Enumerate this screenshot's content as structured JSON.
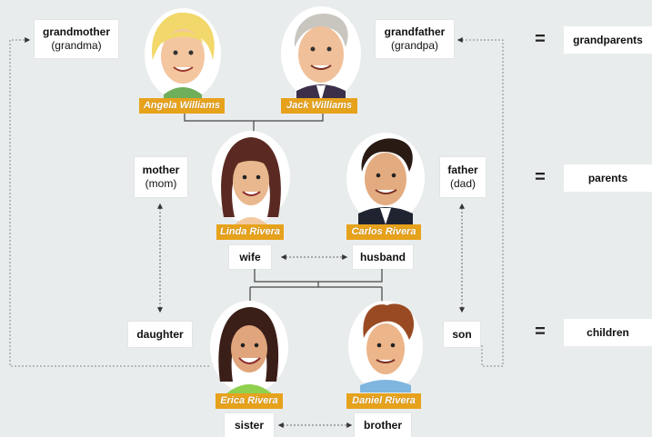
{
  "people": {
    "grandmother": {
      "name": "Angela Williams"
    },
    "grandfather": {
      "name": "Jack Williams"
    },
    "mother": {
      "name": "Linda Rivera"
    },
    "father": {
      "name": "Carlos Rivera"
    },
    "daughter": {
      "name": "Erica Rivera"
    },
    "son": {
      "name": "Daniel Rivera"
    }
  },
  "labels": {
    "grandmother": "grandmother",
    "grandma": "(grandma)",
    "grandfather": "grandfather",
    "grandpa": "(grandpa)",
    "mother": "mother",
    "mom": "(mom)",
    "father": "father",
    "dad": "(dad)",
    "wife": "wife",
    "husband": "husband",
    "daughter": "daughter",
    "son": "son",
    "sister": "sister",
    "brother": "brother"
  },
  "groups": {
    "equals": "=",
    "grandparents": "grandparents",
    "parents": "parents",
    "children": "children"
  },
  "colors": {
    "name_tag": "#e7a21c",
    "background": "#e9ecec",
    "connector": "#555555"
  }
}
